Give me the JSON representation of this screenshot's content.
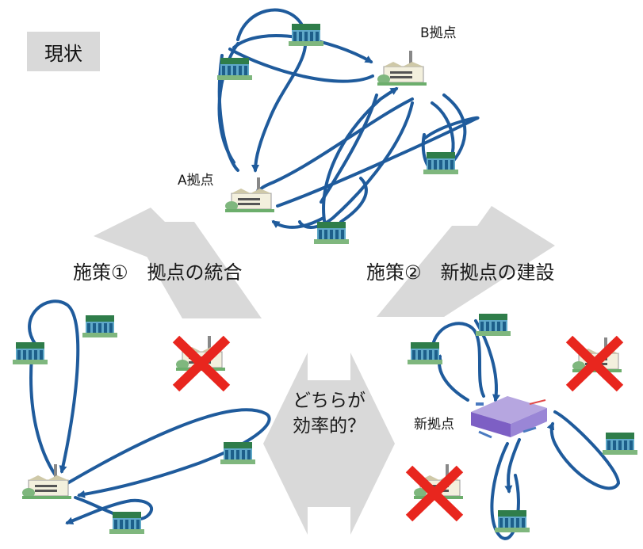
{
  "current": {
    "label": "現状"
  },
  "site_a": {
    "label": "A拠点"
  },
  "site_b": {
    "label": "B拠点"
  },
  "policy1": {
    "label": "施策①　拠点の統合"
  },
  "policy2": {
    "label": "施策②　新拠点の建設"
  },
  "question": {
    "line1": "どちらが",
    "line2": "効率的？"
  },
  "new_site": {
    "label": "新拠点"
  },
  "colors": {
    "arrow": "#1f5b9c",
    "cross": "#e8261e",
    "panel": "#d9d9d9",
    "factory_green": "#2e8b57"
  },
  "icons": [
    "factory-icon",
    "warehouse-icon",
    "cross-icon",
    "distribution-center-icon"
  ]
}
